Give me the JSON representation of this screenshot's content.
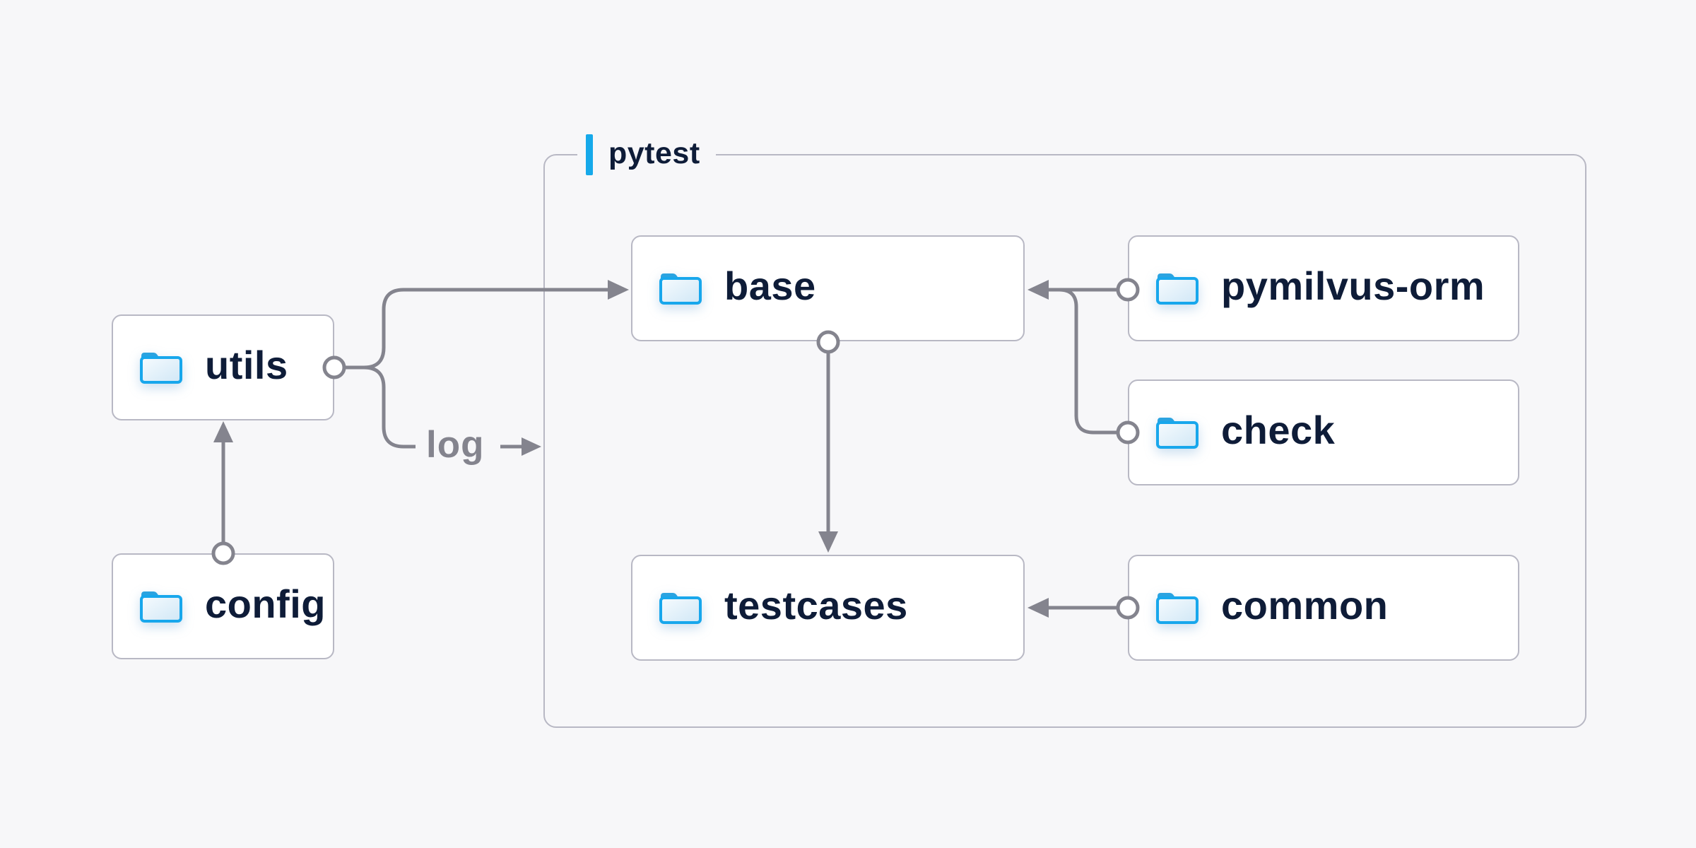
{
  "diagram": {
    "container_label": "pytest",
    "edge_label": "log",
    "nodes": {
      "utils": {
        "label": "utils",
        "icon": "folder"
      },
      "config": {
        "label": "config",
        "icon": "folder"
      },
      "base": {
        "label": "base",
        "icon": "folder"
      },
      "pymilvus_orm": {
        "label": "pymilvus-orm",
        "icon": "folder"
      },
      "check": {
        "label": "check",
        "icon": "folder"
      },
      "testcases": {
        "label": "testcases",
        "icon": "folder"
      },
      "common": {
        "label": "common",
        "icon": "folder"
      }
    },
    "edges": [
      {
        "from": "config",
        "to": "utils"
      },
      {
        "from": "utils",
        "to": "base"
      },
      {
        "from": "utils",
        "to": "log"
      },
      {
        "from": "base",
        "to": "testcases"
      },
      {
        "from": "pymilvus_orm",
        "to": "base"
      },
      {
        "from": "check",
        "to": "base"
      },
      {
        "from": "common",
        "to": "testcases"
      }
    ],
    "colors": {
      "background": "#f7f7f9",
      "node_fill": "#ffffff",
      "node_border": "#b8b8c4",
      "connector_gray": "#84848e",
      "label_navy": "#0e1c38",
      "accent_blue": "#16a9ea",
      "folder_stroke_blue": "#18a7ec",
      "folder_tab_blue": "#2ba3e0",
      "folder_fill_light": "#d3e9f7"
    }
  }
}
